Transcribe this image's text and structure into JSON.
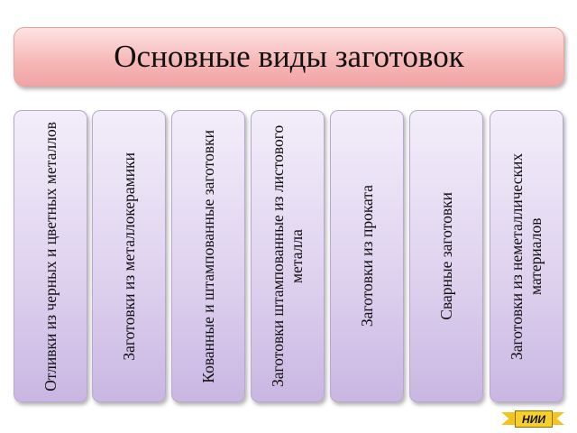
{
  "title": "Основные виды заготовок",
  "categories": [
    "Отливки из черных и цветных металлов",
    "Заготовки из металлокерамики",
    "Кованные и штампованные заготовки",
    "Заготовки штампованные из листового металла",
    "Заготовки из проката",
    "Сварные заготовки",
    "Заготовки из неметаллических материалов"
  ],
  "badge": "НИИ",
  "colors": {
    "title_fill": "#f6b6b6",
    "box_fill": "#ddd0ee",
    "badge": "#f2c41d"
  }
}
